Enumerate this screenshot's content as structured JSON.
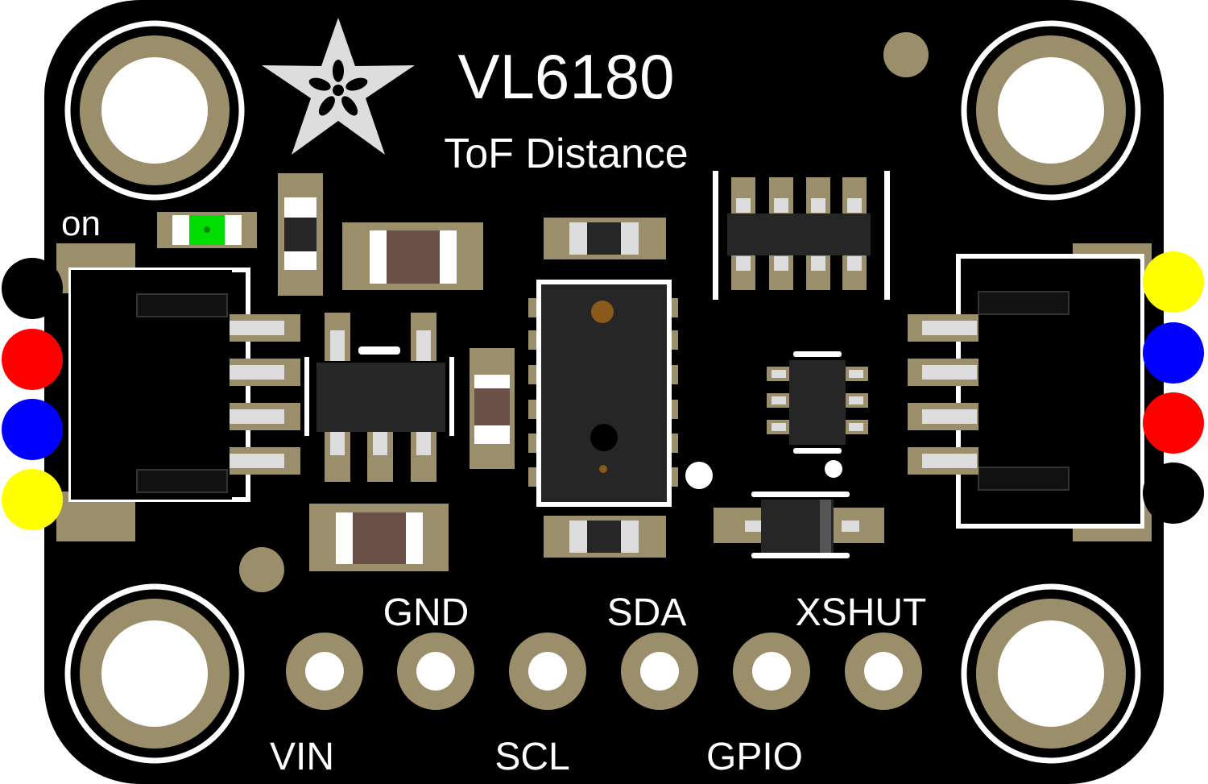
{
  "board": {
    "title": "VL6180",
    "subtitle": "ToF Distance",
    "power_led_label": "on"
  },
  "header_pins": [
    {
      "label": "VIN"
    },
    {
      "label": "GND"
    },
    {
      "label": "SCL"
    },
    {
      "label": "SDA"
    },
    {
      "label": "GPIO"
    },
    {
      "label": "XSHUT"
    }
  ],
  "connectors": {
    "left_wire_colors": [
      "#000000",
      "#ff0000",
      "#0000ff",
      "#ffff00"
    ],
    "right_wire_colors": [
      "#ffff00",
      "#0000ff",
      "#ff0000",
      "#000000"
    ]
  },
  "icons": {
    "logo": "adafruit-flower-logo",
    "mounting_holes": "mounting-hole-icon"
  },
  "colors": {
    "pcb": "#000000",
    "copper_pad": "#9b8f6b",
    "silkscreen": "#ffffff",
    "power_led": "#00ff00",
    "resistor_body": "#6b5047",
    "ic_body": "#262626"
  }
}
